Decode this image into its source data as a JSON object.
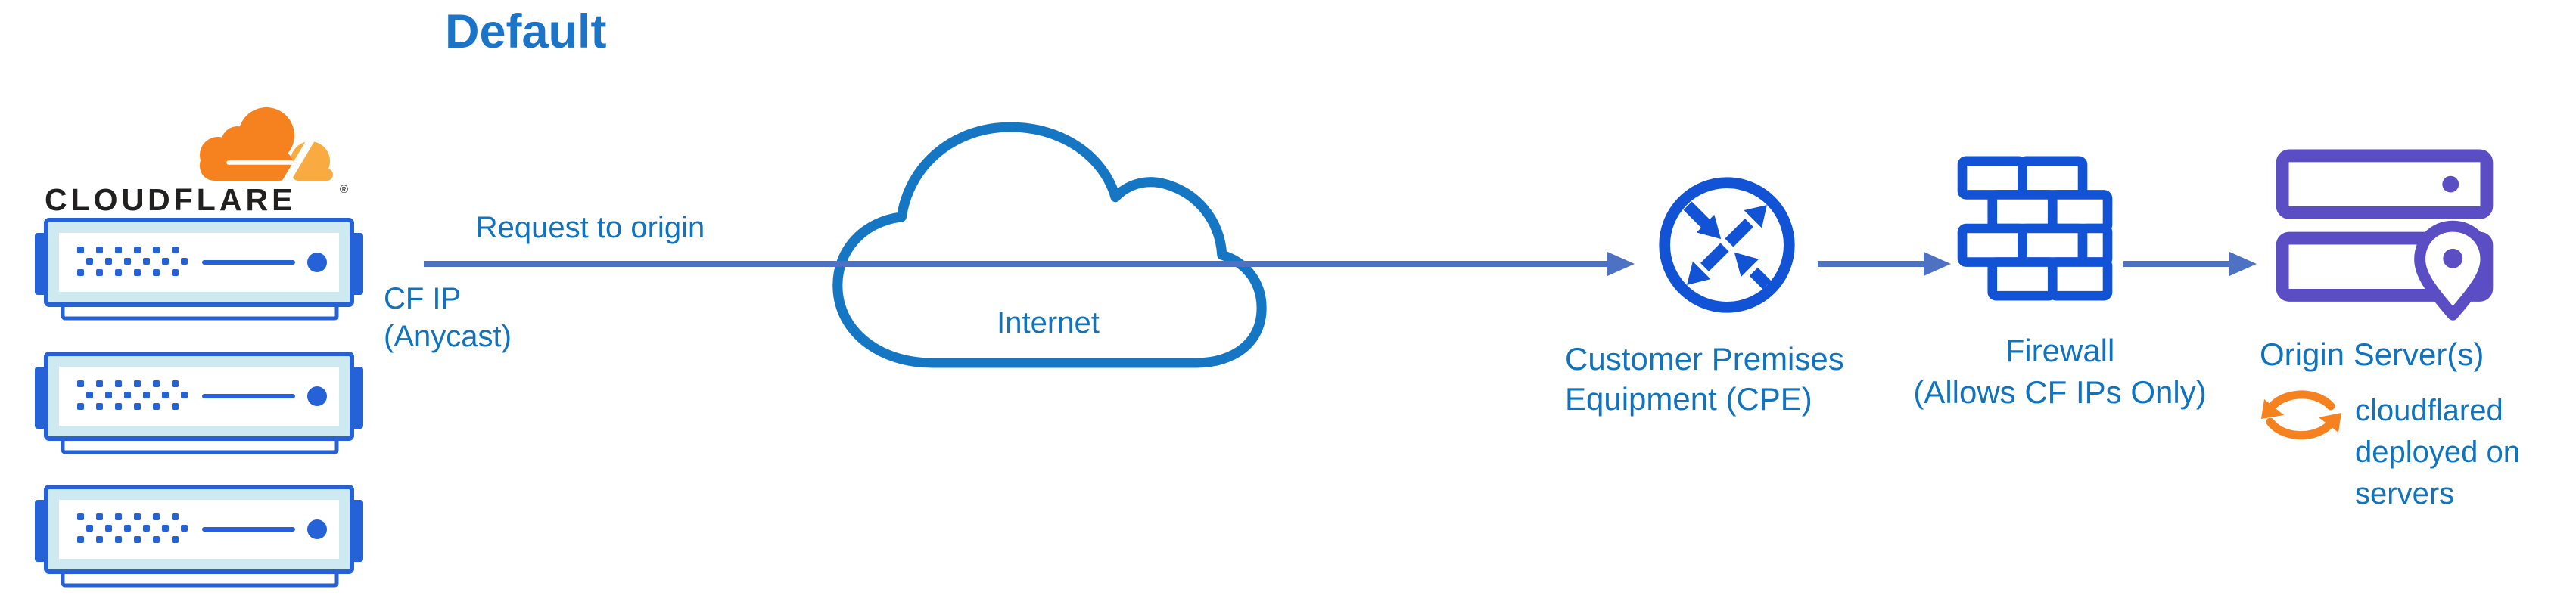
{
  "title": "Default",
  "colors": {
    "title_blue": "#1b74c8",
    "label_blue": "#1173bd",
    "icon_blue": "#1253d6",
    "server_blue": "#2561d7",
    "server_band": "#cfe9f1",
    "arrow_blue": "#4d72c4",
    "cloud_blue": "#1577c4",
    "purple": "#5b4ec5",
    "orange": "#f6821f",
    "orange_light": "#f9ab41",
    "wordmark": "#221f1f"
  },
  "logo": {
    "wordmark": "CLOUDFLARE",
    "registered": "®"
  },
  "edge": {
    "request_label": "Request to origin",
    "ip_label_line1": "CF IP",
    "ip_label_line2": "(Anycast)"
  },
  "internet": {
    "label": "Internet"
  },
  "cpe": {
    "label_line1": "Customer Premises",
    "label_line2": "Equipment (CPE)"
  },
  "firewall": {
    "label_line1": "Firewall",
    "label_line2": "(Allows CF IPs Only)"
  },
  "origin": {
    "label": "Origin Server(s)",
    "note_line1": "cloudflared",
    "note_line2": "deployed on",
    "note_line3": "servers"
  }
}
